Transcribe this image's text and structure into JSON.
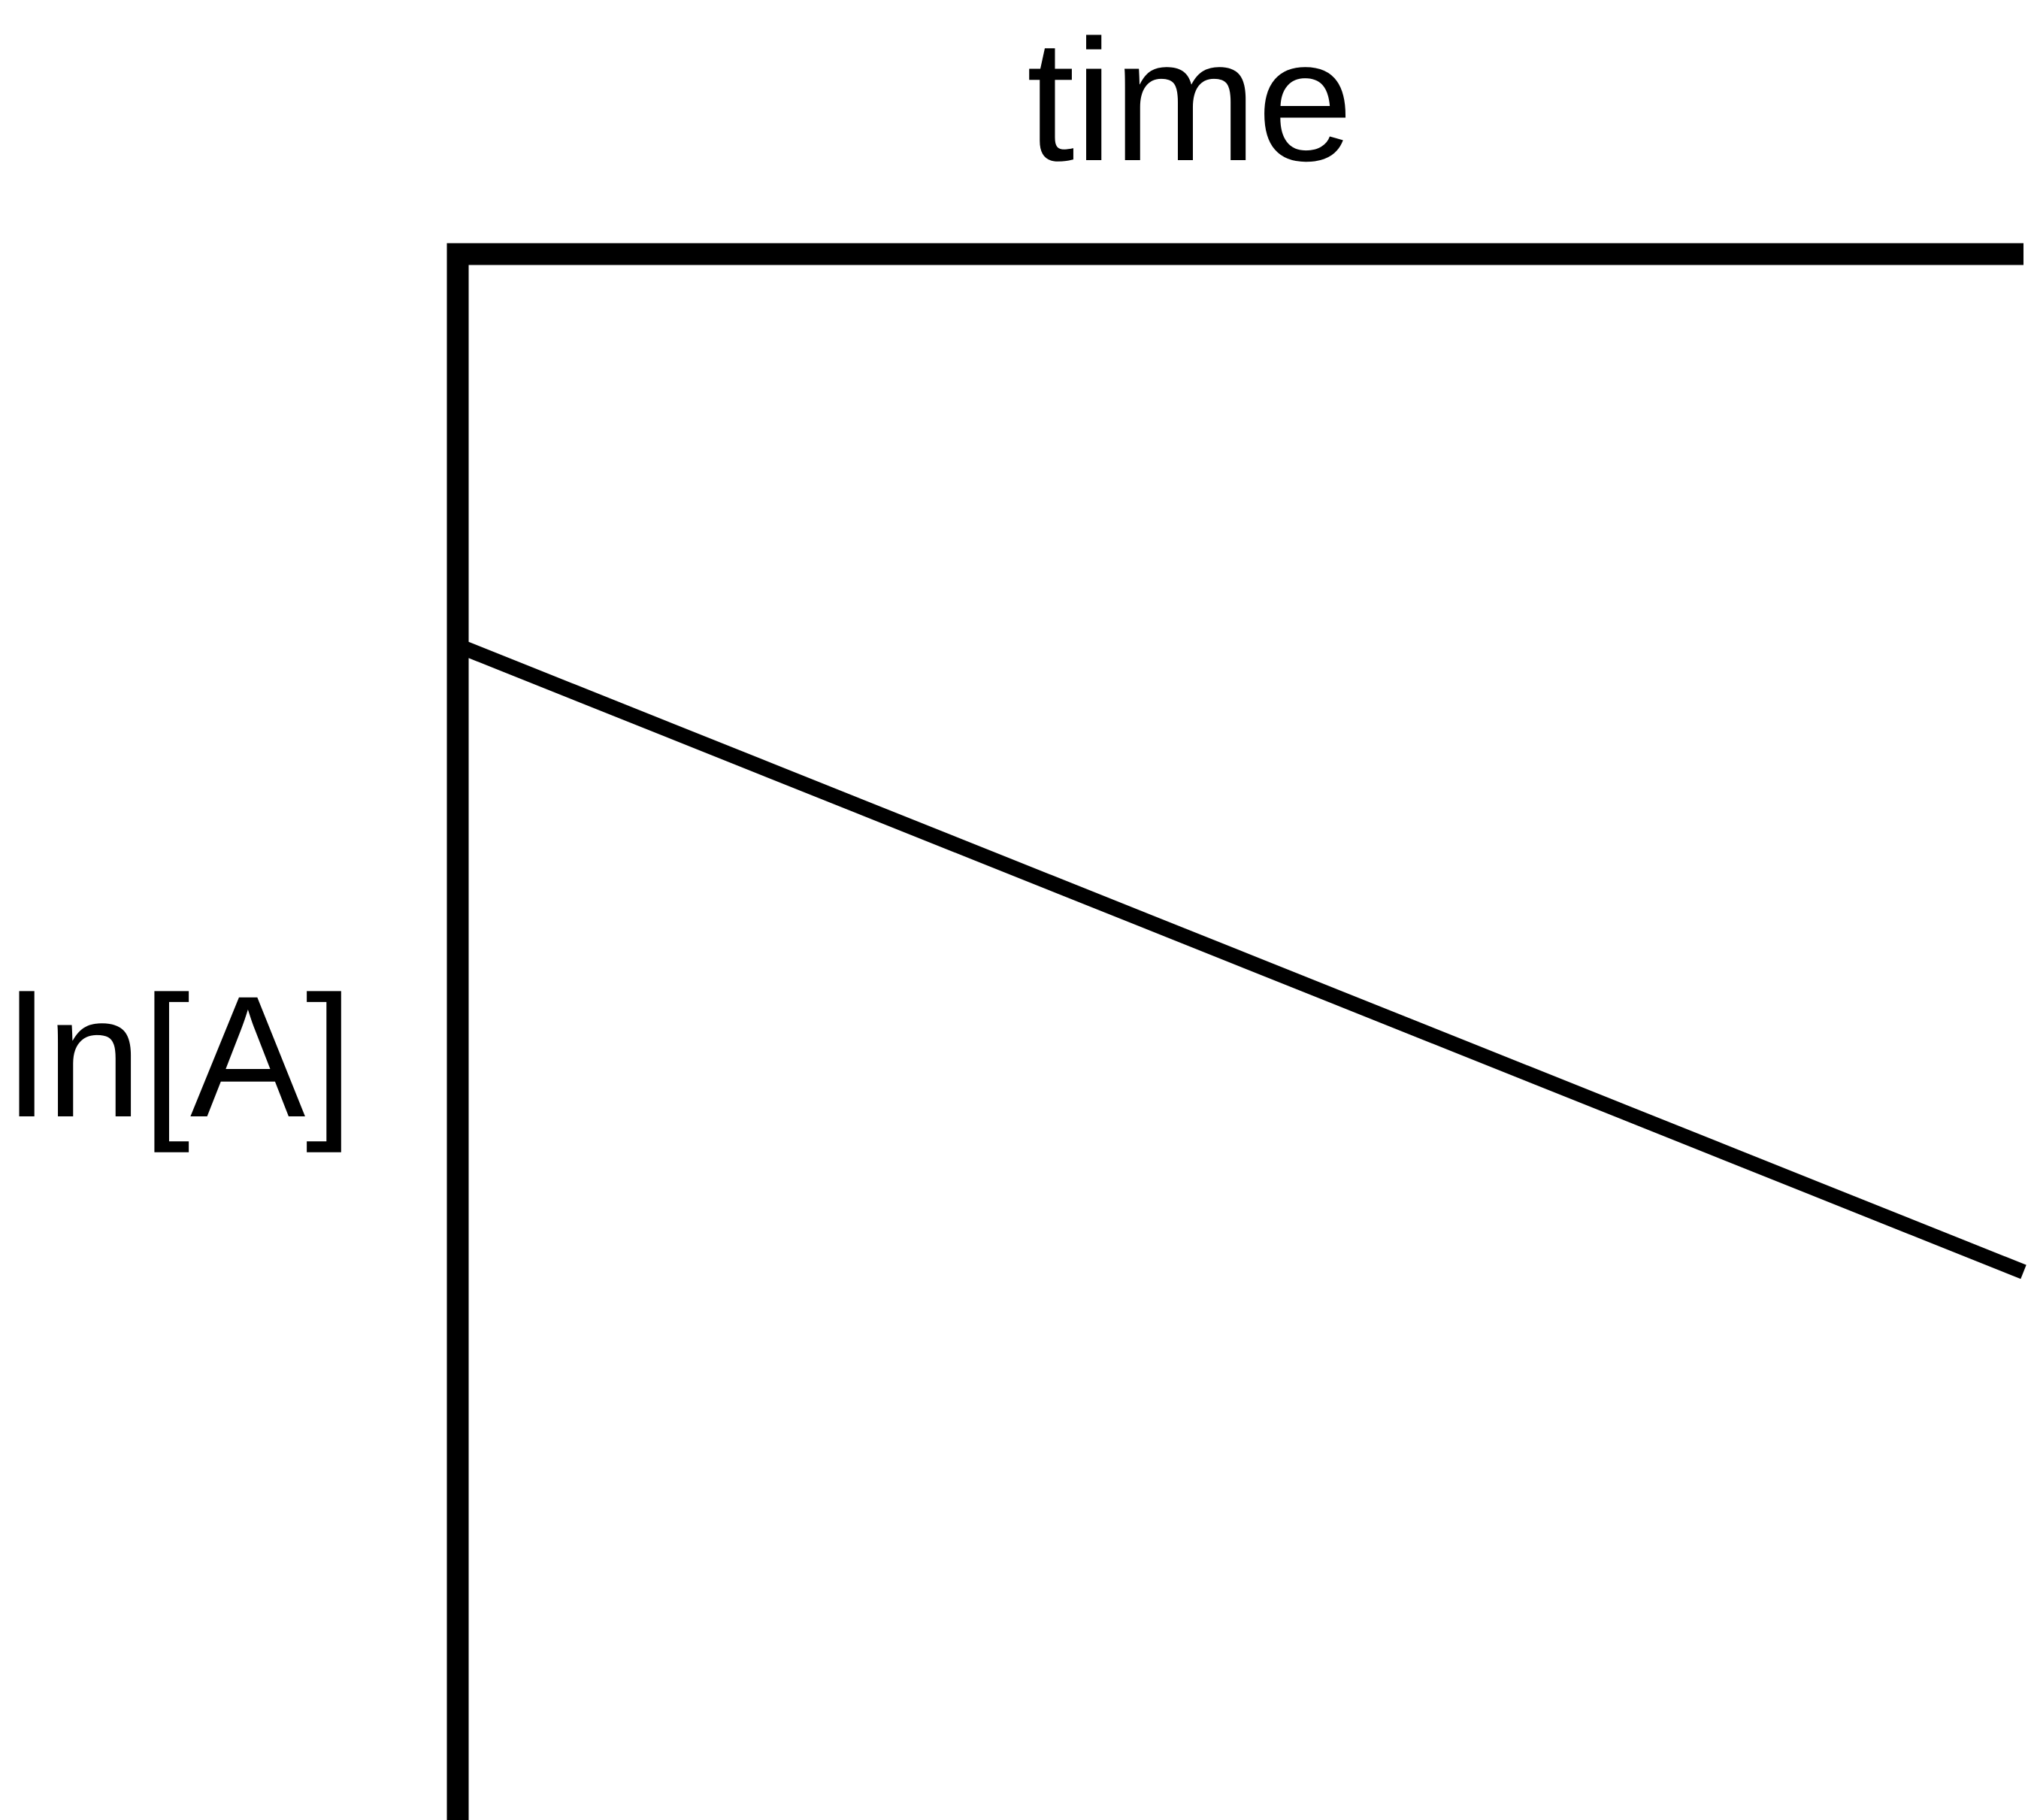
{
  "chart_data": {
    "type": "line",
    "xlabel": "time",
    "ylabel": "ln[A]",
    "x_axis_position": "top",
    "grid": false,
    "legend": "none",
    "xlim": [
      0,
      1
    ],
    "ylim": [
      -1,
      0
    ],
    "series": [
      {
        "x": [
          0,
          1
        ],
        "y": [
          -0.25,
          -0.65
        ]
      }
    ]
  },
  "colors": {
    "axis": "#000000",
    "line": "#000000",
    "background": "#ffffff"
  }
}
